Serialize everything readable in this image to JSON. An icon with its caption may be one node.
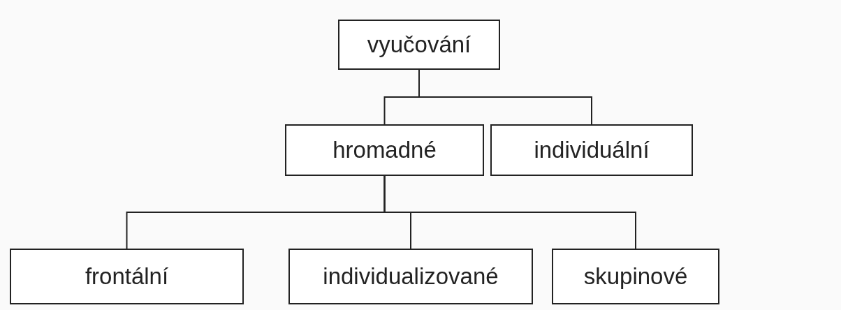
{
  "diagram": {
    "nodes": [
      {
        "text": [
          "vyučování"
        ]
      },
      {
        "text": [
          "hromadné"
        ]
      },
      {
        "text": [
          "individuální"
        ]
      },
      {
        "text": [
          "frontální"
        ]
      },
      {
        "text": [
          "individualizované"
        ]
      },
      {
        "text": [
          "skupinové"
        ]
      }
    ],
    "edges": [
      {
        "from": 0,
        "to": 1,
        "arrow": "none"
      },
      {
        "from": 0,
        "to": 2,
        "arrow": "none"
      },
      {
        "from": 1,
        "to": 3,
        "arrow": "none"
      },
      {
        "from": 1,
        "to": 4,
        "arrow": "none"
      },
      {
        "from": 1,
        "to": 5,
        "arrow": "none"
      }
    ]
  }
}
